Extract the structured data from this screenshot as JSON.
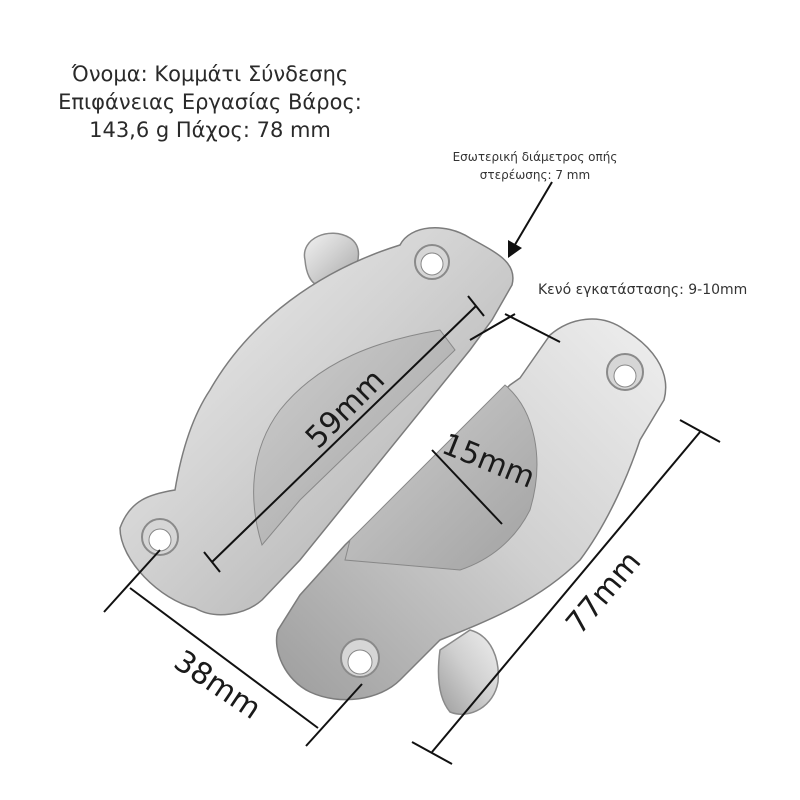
{
  "product": {
    "title_lines": [
      "Όνομα: Κομμάτι Σύνδεσης",
      "Επιφάνειας Εργασίας Βάρος:",
      "143,6 g Πάχος: 78 mm"
    ]
  },
  "callouts": {
    "hole_lines": [
      "Εσωτερική διάμετρος οπής",
      "στερέωσης: 7 mm"
    ],
    "gap": "Κενό εγκατάστασης: 9-10mm"
  },
  "dimensions": {
    "inner_diameter": "59mm",
    "depth": "15mm",
    "width": "38mm",
    "length": "77mm"
  },
  "colors": {
    "metal_light": "#e6e6e6",
    "metal_mid": "#c4c4c4",
    "metal_dark": "#8e8e8e",
    "line": "#111111"
  }
}
